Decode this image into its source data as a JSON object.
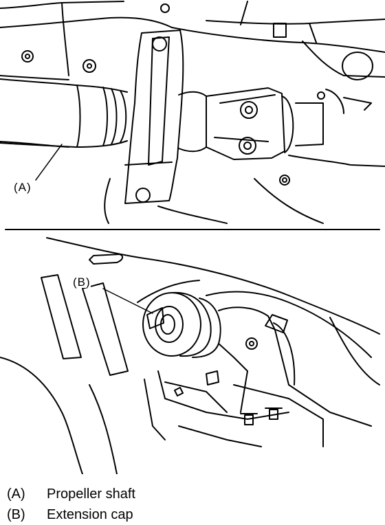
{
  "callouts": {
    "a": "(A)",
    "b": "(B)"
  },
  "legend": {
    "items": [
      {
        "key": "(A)",
        "label": "Propeller shaft"
      },
      {
        "key": "(B)",
        "label": "Extension cap"
      }
    ]
  },
  "colors": {
    "ink": "#000000",
    "paper": "#ffffff"
  }
}
